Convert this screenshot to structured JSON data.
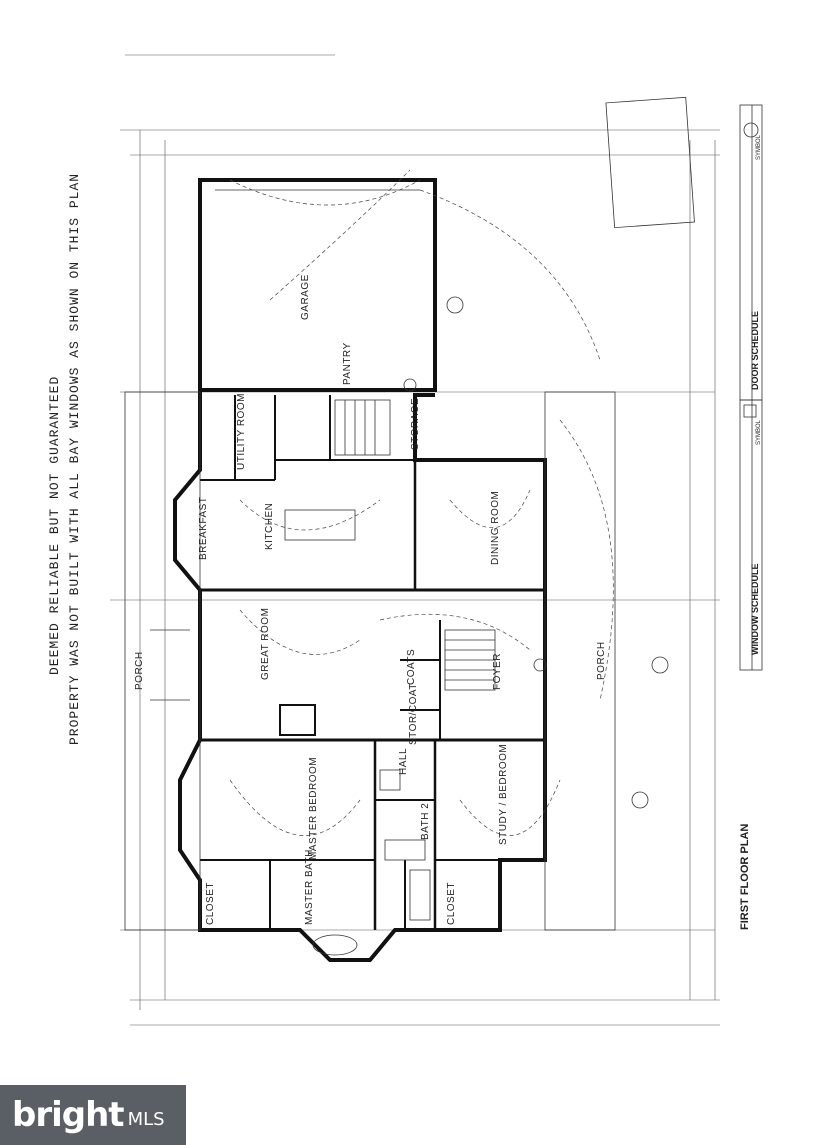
{
  "notes": {
    "line1": "DEEMED RELIABLE BUT NOT GUARANTEED",
    "line2": "PROPERTY WAS NOT BUILT WITH ALL BAY WINDOWS AS SHOWN ON THIS PLAN"
  },
  "rooms": {
    "garage": "GARAGE",
    "pantry": "PANTRY",
    "storage": "STORAGE",
    "utility": "UTILITY ROOM",
    "breakfast": "BREAKFAST",
    "kitchen": "KITCHEN",
    "dining": "DINING ROOM",
    "great": "GREAT ROOM",
    "coats": "COATS",
    "foyer": "FOYER",
    "porch_left": "PORCH",
    "porch_right": "PORCH",
    "master_bedroom": "MASTER BEDROOM",
    "master_bath": "MASTER BATH",
    "closet_left": "CLOSET",
    "closet_right": "CLOSET",
    "hall": "HALL",
    "bath2": "BATH 2",
    "study": "STUDY / BEDROOM",
    "stor_coat": "STOR/COAT"
  },
  "schedules": {
    "door": "DOOR SCHEDULE",
    "window": "WINDOW SCHEDULE",
    "symbol": "SYMBOL",
    "first_floor": "FIRST FLOOR PLAN"
  },
  "watermark": {
    "brand": "bright",
    "suffix": "MLS"
  }
}
